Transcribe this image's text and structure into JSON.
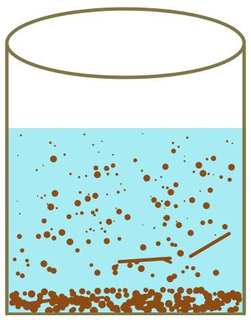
{
  "colors": {
    "background": "#ffffff",
    "outline": "#807646",
    "water": "#a6ecf2",
    "sediment": "#8f4b14"
  },
  "illustration": {
    "container": "glass-beaker",
    "contents": [
      "water",
      "suspended-particles",
      "sediment"
    ]
  }
}
